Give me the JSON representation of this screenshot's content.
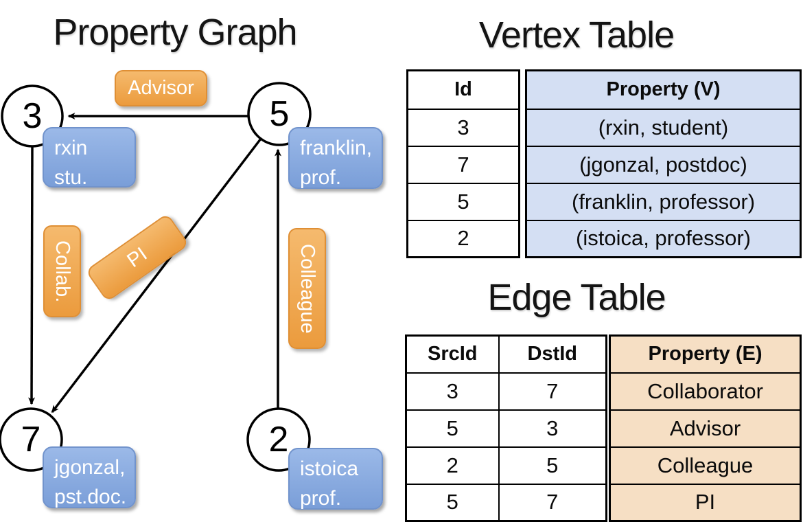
{
  "titles": {
    "graph": "Property Graph",
    "vertex_table": "Vertex Table",
    "edge_table": "Edge Table"
  },
  "colors": {
    "label_orange": "#EFA04A",
    "label_blue": "#7FA5DC",
    "vertex_property_cell_bg": "#D4DFF3",
    "edge_property_cell_bg": "#F6DFC4",
    "edge_stroke": "#000000"
  },
  "graph": {
    "nodes": [
      {
        "id": "3",
        "label_line1": "rxin",
        "label_line2": "stu."
      },
      {
        "id": "5",
        "label_line1": "franklin,",
        "label_line2": "prof."
      },
      {
        "id": "7",
        "label_line1": "jgonzal,",
        "label_line2": "pst.doc."
      },
      {
        "id": "2",
        "label_line1": "istoica",
        "label_line2": "prof."
      }
    ],
    "edge_labels": {
      "advisor": "Advisor",
      "collab": "Collab.",
      "pi": "PI",
      "colleague": "Colleague"
    }
  },
  "vertex_table": {
    "headers": {
      "id": "Id",
      "property": "Property (V)"
    },
    "rows": [
      {
        "id": "3",
        "property": "(rxin, student)"
      },
      {
        "id": "7",
        "property": "(jgonzal, postdoc)"
      },
      {
        "id": "5",
        "property": "(franklin, professor)"
      },
      {
        "id": "2",
        "property": "(istoica, professor)"
      }
    ]
  },
  "edge_table": {
    "headers": {
      "src": "SrcId",
      "dst": "DstId",
      "property": "Property (E)"
    },
    "rows": [
      {
        "src": "3",
        "dst": "7",
        "property": "Collaborator"
      },
      {
        "src": "5",
        "dst": "3",
        "property": "Advisor"
      },
      {
        "src": "2",
        "dst": "5",
        "property": "Colleague"
      },
      {
        "src": "5",
        "dst": "7",
        "property": "PI"
      }
    ]
  }
}
